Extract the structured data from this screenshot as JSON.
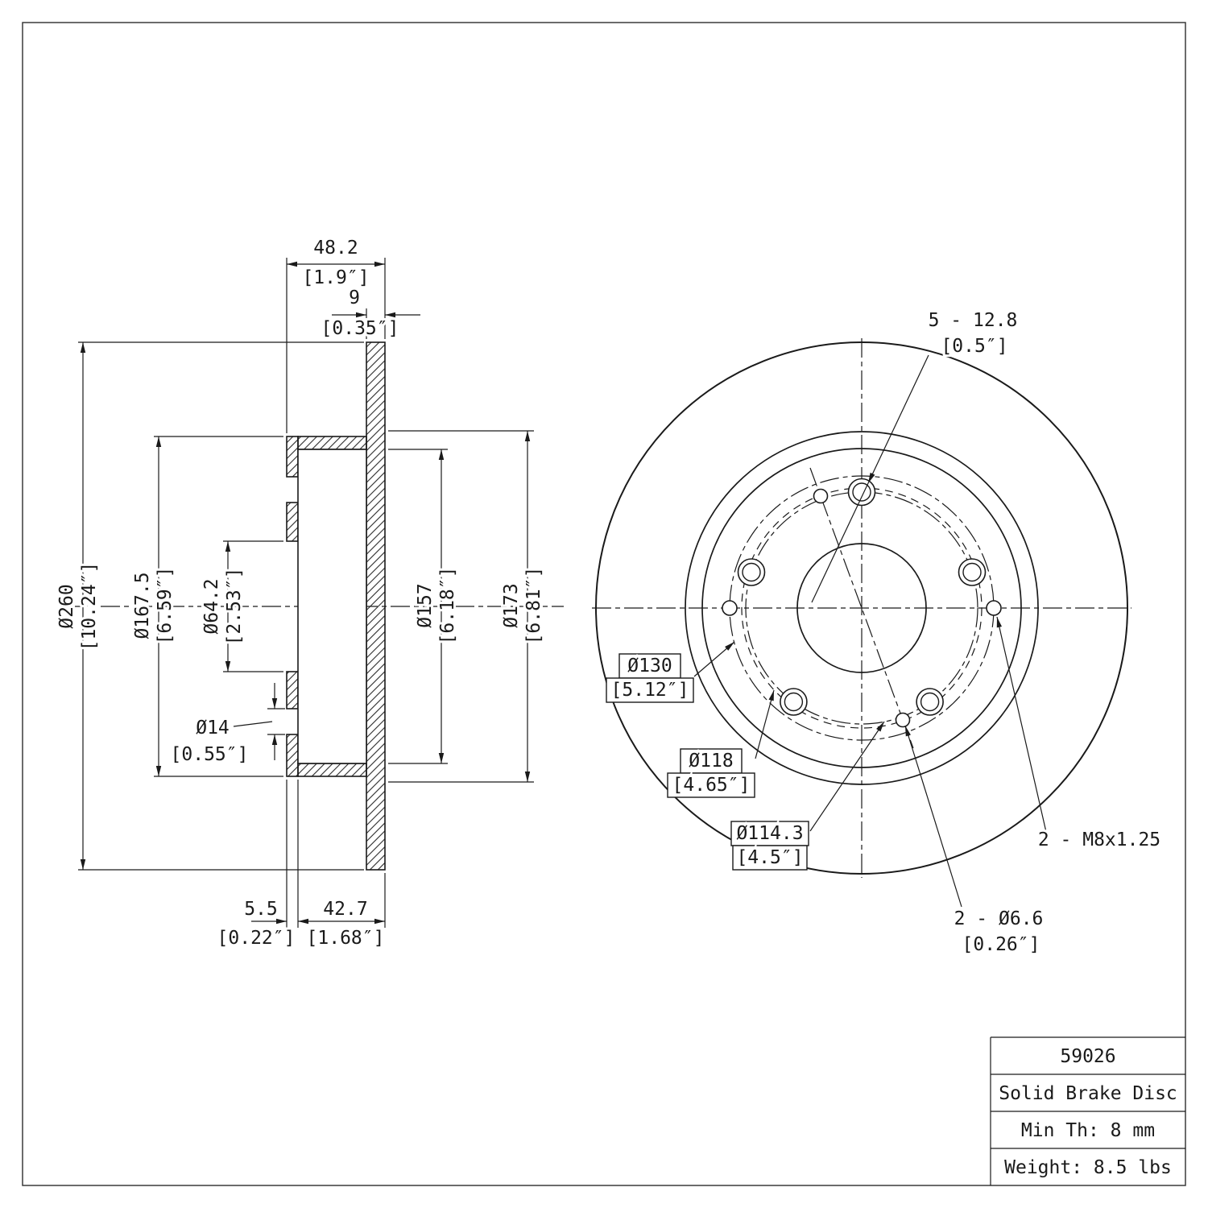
{
  "title_block": {
    "part_number": "59026",
    "product_name": "Solid Brake Disc",
    "min_thickness": "Min Th: 8 mm",
    "weight": "Weight: 8.5 lbs"
  },
  "section_view": {
    "w_mm": "48.2",
    "w_in": "[1.9″]",
    "t_mm": "9",
    "t_in": "[0.35″]",
    "d260": "Ø260",
    "d260_in": "[10.24″]",
    "d167": "Ø167.5",
    "d167_in": "[6.59″]",
    "d64": "Ø64.2",
    "d64_in": "[2.53″]",
    "d157": "Ø157",
    "d157_in": "[6.18″]",
    "d173": "Ø173",
    "d173_in": "[6.81″]",
    "d14": "Ø14",
    "d14_in": "[0.55″]",
    "w55": "5.5",
    "w55_in": "[0.22″]",
    "w427": "42.7",
    "w427_in": "[1.68″]"
  },
  "front_view": {
    "lug": "5 - 12.8",
    "lug_in": "[0.5″]",
    "d130": "Ø130",
    "d130_in": "[5.12″]",
    "d118": "Ø118",
    "d118_in": "[4.65″]",
    "d1143": "Ø114.3",
    "d1143_in": "[4.5″]",
    "m8": "2 - M8x1.25",
    "d66": "2 - Ø6.6",
    "d66_in": "[0.26″]"
  },
  "colors": {
    "line": "#1a1a1a",
    "background": "#ffffff"
  }
}
